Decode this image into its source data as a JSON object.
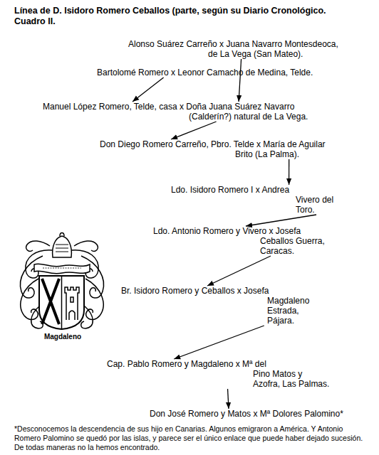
{
  "diagram": {
    "title": "Línea de D. Isidoro Romero Ceballos (parte, según su Diario Cronológico. Cuadro II.",
    "nodes": [
      {
        "text": [
          "Alonso Suárez Carreño x Juana Navarro Montesdeoca, de La Vega (San Mateo)."
        ]
      },
      {
        "text": [
          "Bartolomé Romero x Leonor Camacho de Medina, Telde."
        ]
      },
      {
        "text": [
          "Manuel López Romero, Telde, casa x Doña Juana Suárez Navarro (Calderín?) natural de La Vega."
        ]
      },
      {
        "text": [
          "Don Diego Romero Carreño, Pbro. Telde x María de Aguilar Brito (La Palma)."
        ]
      },
      {
        "text": [
          "Ldo. Isidoro Romero I x Andrea Vivero del Toro."
        ]
      },
      {
        "text": [
          "Ldo. Antonio Romero y Vivero x Josefa Ceballos Guerra, Caracas."
        ]
      },
      {
        "text": [
          "Br. Isidoro Romero y Ceballos x Josefa Magdaleno Estrada, Pájara."
        ]
      },
      {
        "text": [
          "Cap. Pablo Romero y Magdaleno x Mª del Pino Matos y Azofra, Las Palmas."
        ]
      },
      {
        "text": [
          "Don José Romero y Matos x Mª Dolores Palomino*"
        ]
      }
    ],
    "edges": [
      {
        "from": 0,
        "to": 2,
        "arrow": "to"
      },
      {
        "from": 1,
        "to": 2,
        "arrow": "to"
      },
      {
        "from": 2,
        "to": 3,
        "arrow": "to"
      },
      {
        "from": 3,
        "to": 4,
        "arrow": "to"
      },
      {
        "from": 4,
        "to": 5,
        "arrow": "to"
      },
      {
        "from": 5,
        "to": 6,
        "arrow": "to"
      },
      {
        "from": 6,
        "to": 7,
        "arrow": "to"
      },
      {
        "from": 7,
        "to": 8,
        "arrow": "to"
      }
    ],
    "labels": [
      "Magdaleno",
      "*Desconocemos la descendencia de sus hijo en Canarias. Algunos emigraron a América. Y Antonio Romero Palomino se quedó por las islas, y parece ser el único enlace que puede haber dejado sucesión. De todas maneras no la hemos encontrado."
    ]
  }
}
